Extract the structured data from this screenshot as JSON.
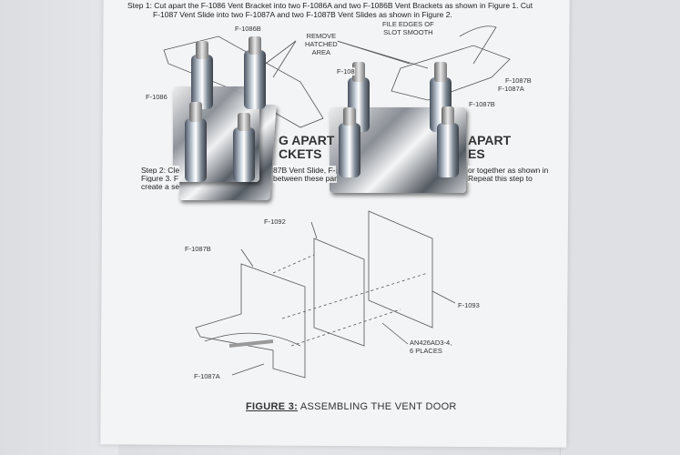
{
  "document": {
    "step1_line1": "Step 1: Cut apart the F-1086 Vent Bracket into two F-1086A and two F-1086B Vent Brackets as shown in Figure 1. Cut",
    "step1_line2": "F-1087 Vent Slide into two F-1087A and two F-1087B Vent Slides as shown in Figure 2.",
    "labels_top": {
      "f1086b": "F-1086B",
      "remove": "REMOVE\nHATCHED\nAREA",
      "file_edges": "FILE EDGES OF\nSLOT SMOOTH",
      "f1086_partial": "F-108",
      "f1086_left": "F-1086",
      "f1087b_a": "F-1087B",
      "f1087a": "F-1087A",
      "f1087b_b": "F-1087B"
    },
    "heading_left": "G APART\nCKETS",
    "heading_right": "APART\nES",
    "step2_line1_a": "Step 2: Cle",
    "step2_line1_b": "87B Vent Slide, F-",
    "step2_line1_c": "or together as shown in",
    "step2_line2_a": "Figure 3. F",
    "step2_line2_b": "between these par",
    "step2_line2_c": "Repeat this step to",
    "step2_line3_a": "create a se",
    "figure3_labels": {
      "f1092": "F-1092",
      "f1087b": "F-1087B",
      "f1093": "F-1093",
      "an426": "AN426AD3-4,\n6 PLACES",
      "f1087a": "F-1087A"
    },
    "caption_bold": "FIGURE 3:",
    "caption_rest": " ASSEMBLING THE VENT DOOR"
  }
}
